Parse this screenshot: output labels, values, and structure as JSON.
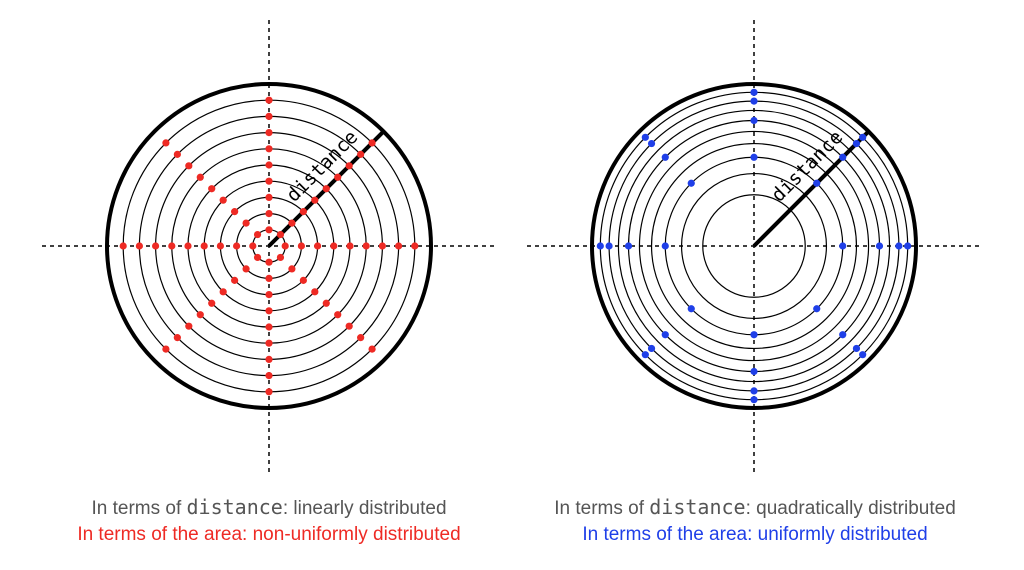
{
  "colors": {
    "left_dots": "#ee2a24",
    "right_dots": "#1f3fe8",
    "caption_gray": "#555555",
    "circle_stroke": "#000000"
  },
  "left_panel": {
    "distance_label": "distance",
    "caption_prefix": "In terms of ",
    "caption_code": "distance",
    "caption_suffix": ": linearly distributed",
    "caption_line2": "In terms of the area: non-uniformly distributed",
    "ring_count": 10,
    "ring_radius_pattern": "linear",
    "dot_color": "#ee2a24",
    "dot_direction_count": 8,
    "dot_ring_indices": [
      1,
      2,
      3,
      4,
      5,
      6,
      7,
      8,
      9
    ]
  },
  "right_panel": {
    "distance_label": "distance",
    "caption_prefix": "In terms of ",
    "caption_code": "distance",
    "caption_suffix": ": quadratically distributed",
    "caption_line2": "In terms of the area: uniformly distributed",
    "ring_count": 10,
    "ring_radius_pattern": "sqrt",
    "dot_color": "#1f3fe8",
    "dot_direction_count": 8,
    "dot_ring_indices": [
      3,
      6,
      8,
      9
    ]
  }
}
